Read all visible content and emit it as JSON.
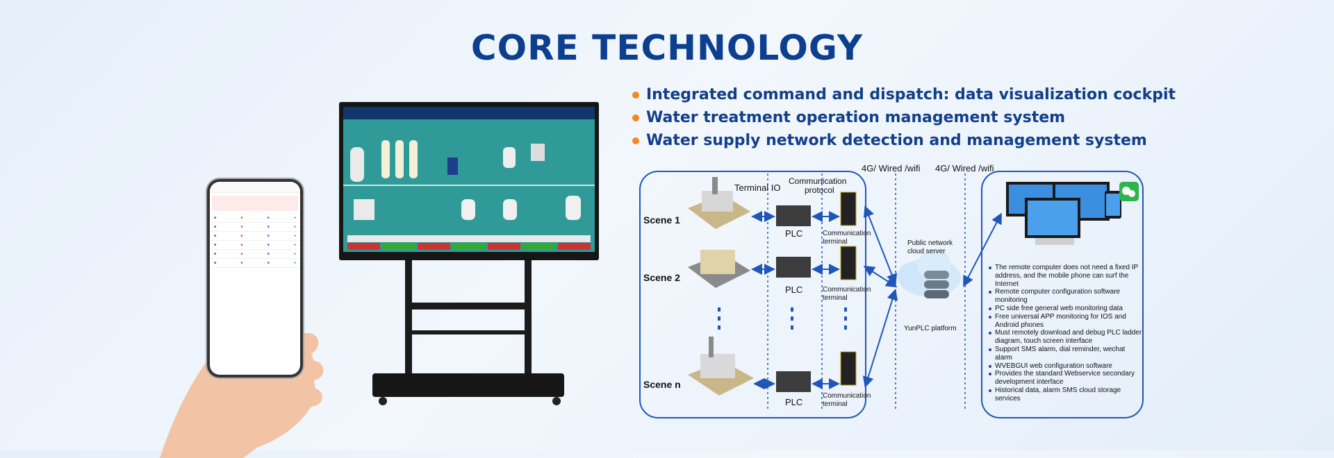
{
  "title": "CORE TECHNOLOGY",
  "features": [
    "Integrated command and dispatch: data visualization cockpit",
    "Water treatment operation management system",
    "Water supply network detection and management system"
  ],
  "diagram": {
    "labels": {
      "terminal_io": "Terminal IO",
      "comm_protocol_1": "Communication",
      "comm_protocol_2": "protocol",
      "net_label_1": "4G/ Wired /wifi",
      "net_label_2": "4G/ Wired /wifi",
      "public_network_1": "Public network",
      "public_network_2": "cloud server",
      "platform": "YunPLC platform"
    },
    "scenes": [
      {
        "name": "Scene 1",
        "plc": "PLC",
        "term1": "Communication",
        "term2": "terminal"
      },
      {
        "name": "Scene 2",
        "plc": "PLC",
        "term1": "Communication",
        "term2": "terminal"
      },
      {
        "name": "Scene n",
        "plc": "PLC",
        "term1": "Communication",
        "term2": "terminal"
      }
    ],
    "bullets": [
      "The remote computer does not need a fixed IP address, and the mobile phone can surf the Internet",
      "Remote computer configuration software monitoring",
      "PC side free general web monitoring data",
      "Free universal APP monitoring for IOS and Android phones",
      "Must remotely download and debug PLC ladder diagram, touch screen interface",
      "Support SMS alarm, dial reminder, wechat alarm",
      "WVEBGUI web configuration software",
      "Provides the standard Webservice secondary development interface",
      "Historical data, alarm SMS cloud storage services"
    ]
  },
  "colors": {
    "title": "#0d3f8f",
    "bullet_dot": "#f08a1c",
    "diagram_blue": "#1f57b8",
    "background": "#eaf2fb"
  }
}
